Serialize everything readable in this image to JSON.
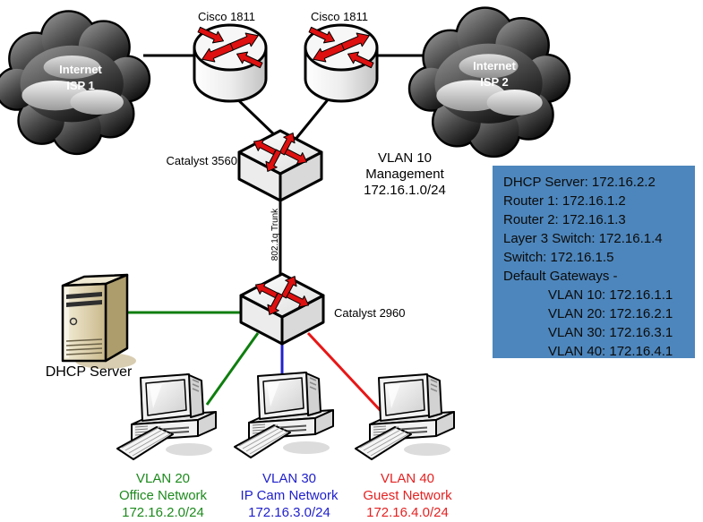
{
  "clouds": [
    {
      "line1": "Internet",
      "line2": "ISP 1"
    },
    {
      "line1": "Internet",
      "line2": "ISP 2"
    }
  ],
  "routers": [
    {
      "label": "Cisco 1811"
    },
    {
      "label": "Cisco 1811"
    }
  ],
  "switches": [
    {
      "label": "Catalyst 3560"
    },
    {
      "label": "Catalyst 2960"
    }
  ],
  "trunk_label": "802.1q Trunk",
  "vlan10_note": {
    "line1": "VLAN 10",
    "line2": "Management",
    "line3": "172.16.1.0/24"
  },
  "server": {
    "label": "DHCP Server"
  },
  "workstations": [
    {
      "vlan": "VLAN 20",
      "network": "Office Network",
      "subnet": "172.16.2.0/24",
      "color": "#1D8A1D"
    },
    {
      "vlan": "VLAN 30",
      "network": "IP Cam Network",
      "subnet": "172.16.3.0/24",
      "color": "#2121CC"
    },
    {
      "vlan": "VLAN 40",
      "network": "Guest Network",
      "subnet": "172.16.4.0/24",
      "color": "#E52222"
    }
  ],
  "info_box": {
    "bg": "#4D86BC",
    "lines": [
      "DHCP Server: 172.16.2.2",
      "Router 1: 172.16.1.2",
      "Router 2: 172.16.1.3",
      "Layer 3 Switch: 172.16.1.4",
      "Switch: 172.16.1.5",
      "Default Gateways -",
      "VLAN 10: 172.16.1.1",
      "VLAN 20: 172.16.2.1",
      "VLAN 30: 172.16.3.1",
      "VLAN 40: 172.16.4.1"
    ]
  },
  "colors": {
    "line_black": "#000000",
    "green_line": "#0E7E0E",
    "blue_line": "#2222CC",
    "red_line": "#E81616",
    "arrow_red": "#DE1010",
    "info_box_bg": "#4D86BC"
  }
}
